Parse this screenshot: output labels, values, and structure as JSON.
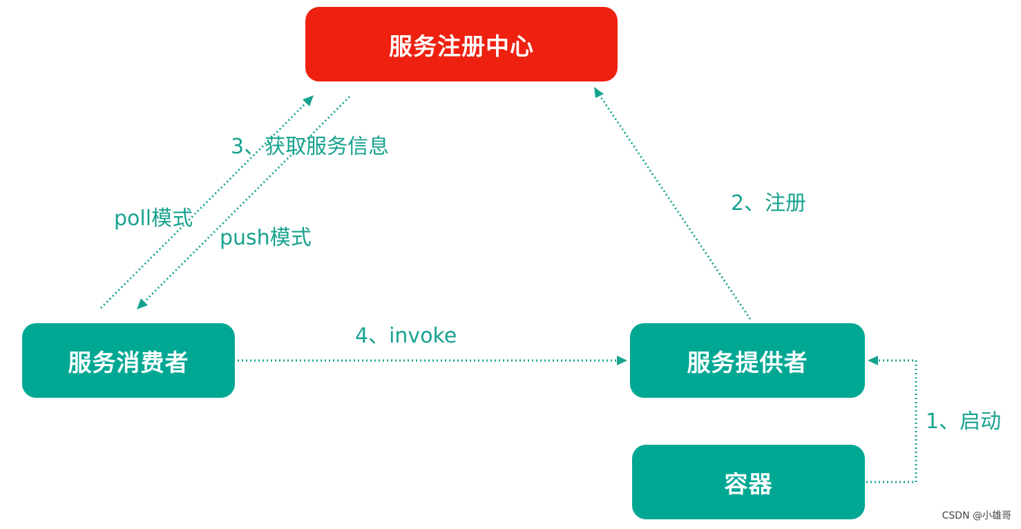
{
  "nodes": {
    "registry": "服务注册中心",
    "consumer": "服务消费者",
    "provider": "服务提供者",
    "container": "容器"
  },
  "edges": {
    "get_info": "3、获取服务信息",
    "poll": "poll模式",
    "push": "push模式",
    "register": "2、注册",
    "invoke": "4、invoke",
    "start": "1、启动"
  },
  "watermark": "CSDN @小雄哥",
  "colors": {
    "registry": "#ee2110",
    "node": "#00a894",
    "edge": "#17a28f"
  }
}
